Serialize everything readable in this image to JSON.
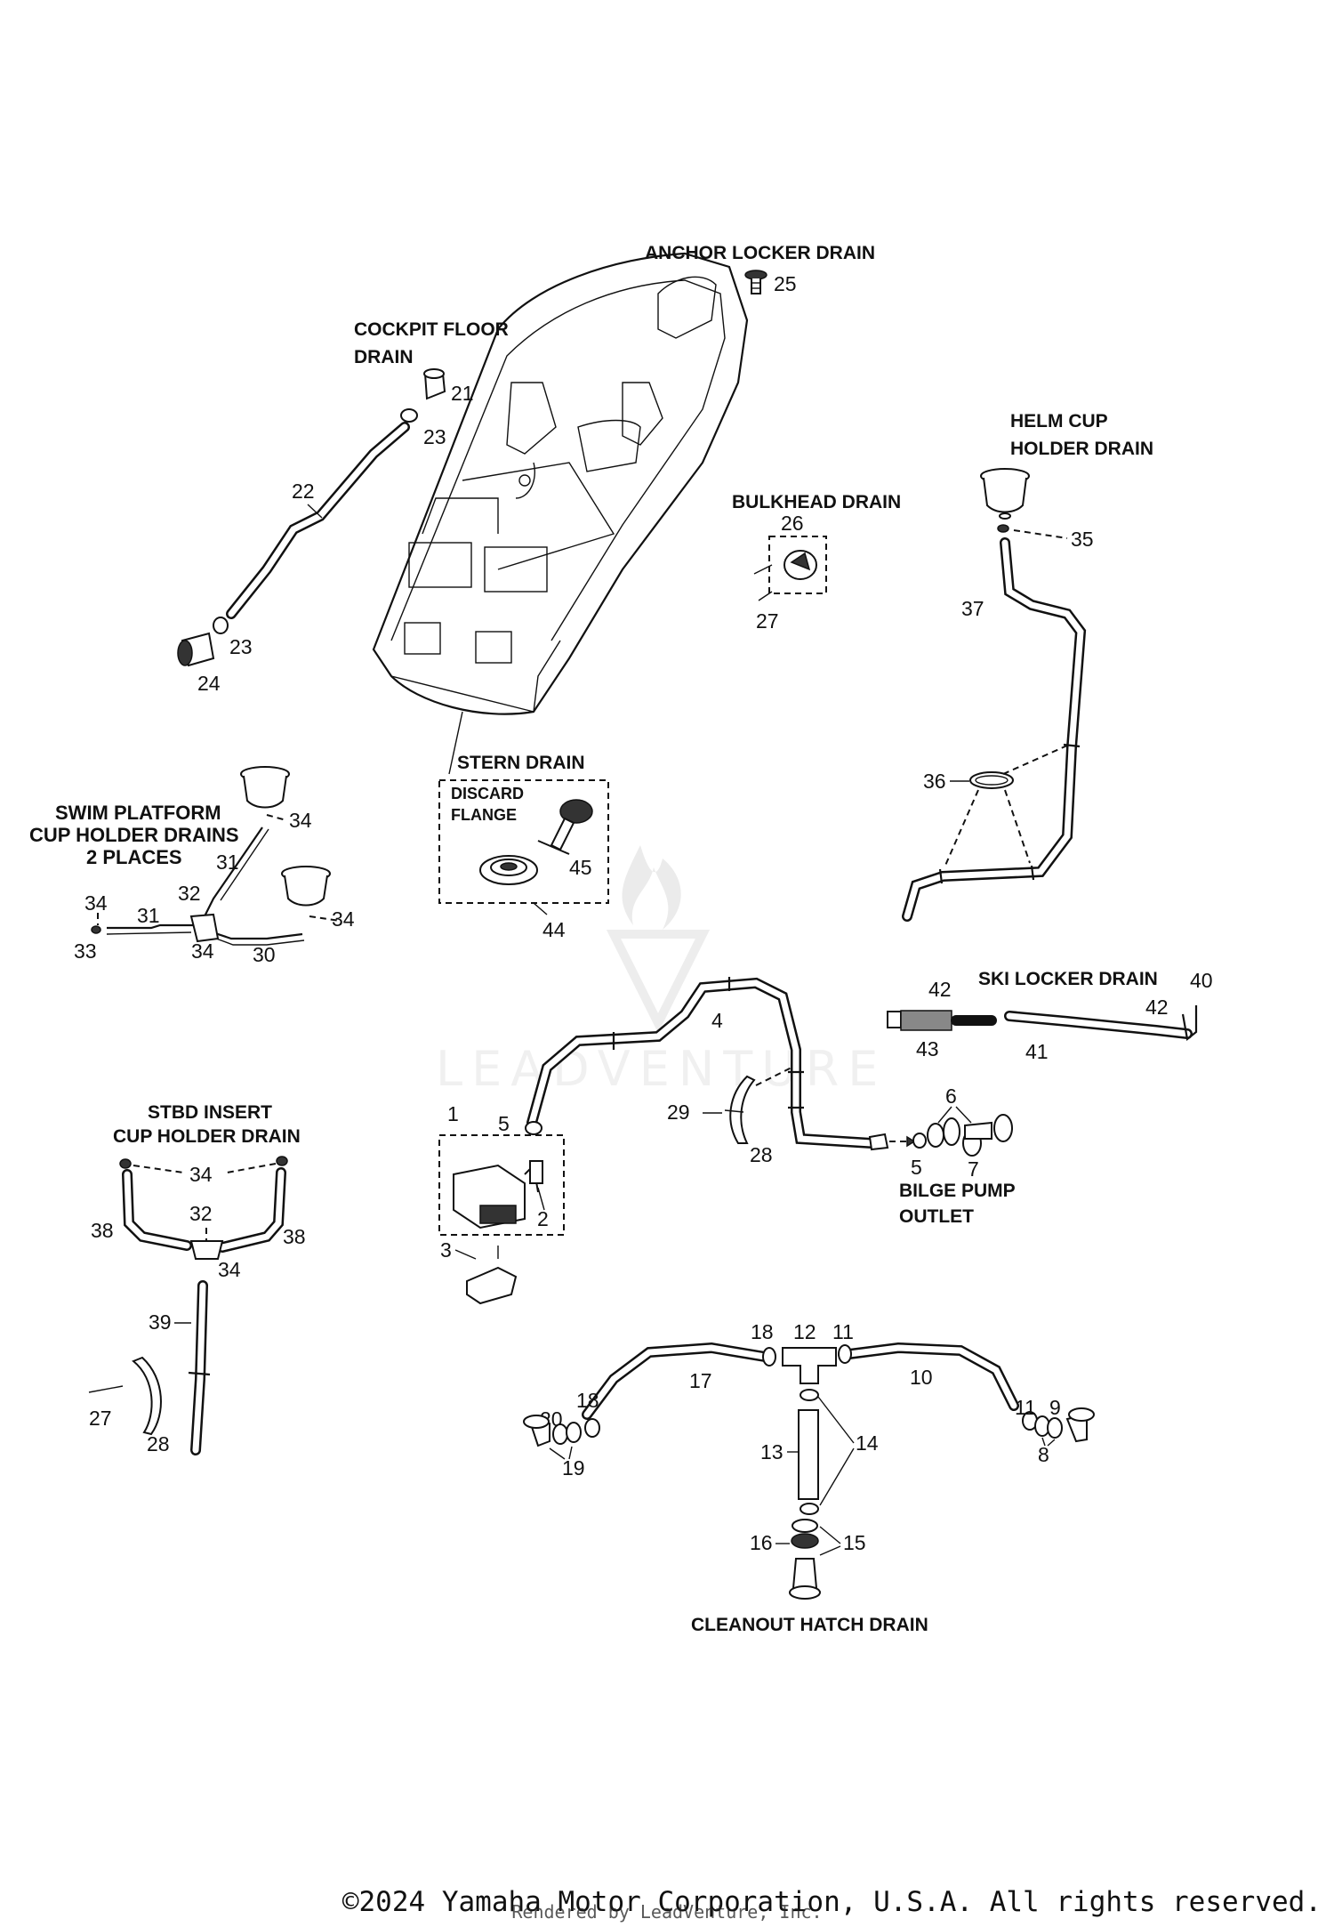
{
  "watermark": {
    "brand": "LEADVENTURE"
  },
  "labels": {
    "anchor_locker": "ANCHOR LOCKER DRAIN",
    "cockpit_floor_1": "COCKPIT FLOOR",
    "cockpit_floor_2": "DRAIN",
    "helm_cup_1": "HELM CUP",
    "helm_cup_2": "HOLDER DRAIN",
    "bulkhead": "BULKHEAD DRAIN",
    "stern": "STERN DRAIN",
    "discard_1": "DISCARD",
    "discard_2": "FLANGE",
    "swim_1": "SWIM PLATFORM",
    "swim_2": "CUP HOLDER DRAINS",
    "swim_3": "2 PLACES",
    "ski_locker": "SKI LOCKER DRAIN",
    "stbd_1": "STBD INSERT",
    "stbd_2": "CUP HOLDER DRAIN",
    "bilge_1": "BILGE PUMP",
    "bilge_2": "OUTLET",
    "cleanout": "CLEANOUT HATCH DRAIN"
  },
  "part_numbers": {
    "p1": "1",
    "p2": "2",
    "p3": "3",
    "p4": "4",
    "p5a": "5",
    "p5b": "5",
    "p6": "6",
    "p7": "7",
    "p8": "8",
    "p9": "9",
    "p10": "10",
    "p11a": "11",
    "p11b": "11",
    "p12": "12",
    "p13": "13",
    "p14": "14",
    "p15": "15",
    "p16": "16",
    "p17": "17",
    "p18a": "18",
    "p18b": "18",
    "p19": "19",
    "p20": "20",
    "p21": "21",
    "p22": "22",
    "p23a": "23",
    "p23b": "23",
    "p24": "24",
    "p25": "25",
    "p26": "26",
    "p27a": "27",
    "p27b": "27",
    "p28a": "28",
    "p28b": "28",
    "p29": "29",
    "p30": "30",
    "p31a": "31",
    "p31b": "31",
    "p32a": "32",
    "p32b": "32",
    "p33": "33",
    "p34a": "34",
    "p34b": "34",
    "p34c": "34",
    "p34d": "34",
    "p34e": "34",
    "p34f": "34",
    "p35": "35",
    "p36": "36",
    "p37": "37",
    "p38a": "38",
    "p38b": "38",
    "p39": "39",
    "p40": "40",
    "p41": "41",
    "p42a": "42",
    "p42b": "42",
    "p43": "43",
    "p44": "44",
    "p45": "45"
  },
  "footer": {
    "copyright": "©2024 Yamaha Motor Corporation, U.S.A. All rights reserved.",
    "rendered_by": "Rendered by LeadVenture, Inc."
  }
}
